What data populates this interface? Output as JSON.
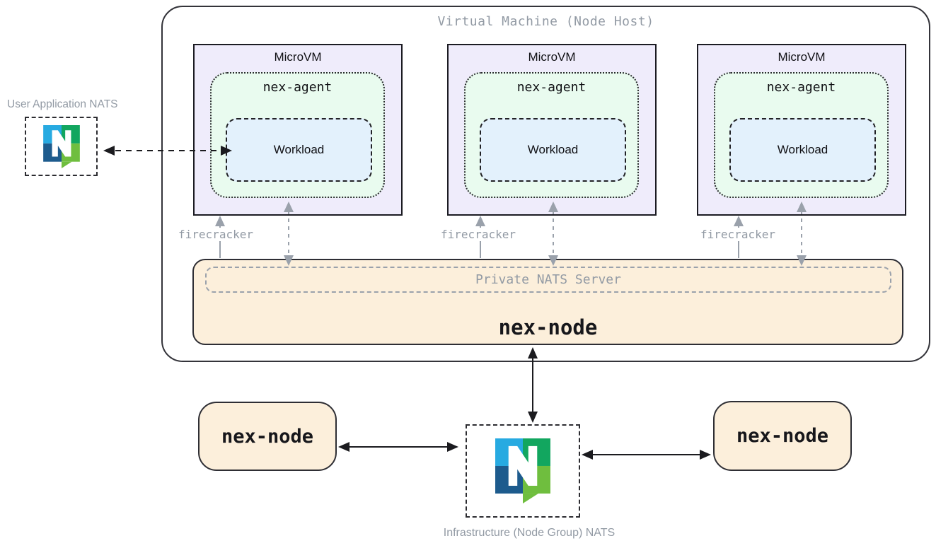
{
  "vm_host": {
    "title": "Virtual Machine (Node Host)"
  },
  "microvms": [
    {
      "title": "MicroVM",
      "agent_label": "nex-agent",
      "workload_label": "Workload",
      "hypervisor_label": "firecracker"
    },
    {
      "title": "MicroVM",
      "agent_label": "nex-agent",
      "workload_label": "Workload",
      "hypervisor_label": "firecracker"
    },
    {
      "title": "MicroVM",
      "agent_label": "nex-agent",
      "workload_label": "Workload",
      "hypervisor_label": "firecracker"
    }
  ],
  "node_host": {
    "private_nats_label": "Private NATS Server",
    "node_label": "nex-node"
  },
  "peer_nodes": [
    {
      "label": "nex-node"
    },
    {
      "label": "nex-node"
    }
  ],
  "user_nats": {
    "label": "User Application NATS",
    "icon": "nats-logo"
  },
  "infra_nats": {
    "label": "Infrastructure (Node Group) NATS",
    "icon": "nats-logo"
  },
  "palette": {
    "microvm_bg": "#EFECFB",
    "agent_bg": "#E9FBEF",
    "workload_bg": "#E3F1FC",
    "node_bg": "#FCEFDB",
    "muted_gray": "#929AA4",
    "ink": "#1B1B1F",
    "nats_blue": "#27AAE1",
    "nats_green": "#12A65F",
    "nats_navy": "#1D5B8D",
    "nats_lime": "#6FBE3E"
  }
}
